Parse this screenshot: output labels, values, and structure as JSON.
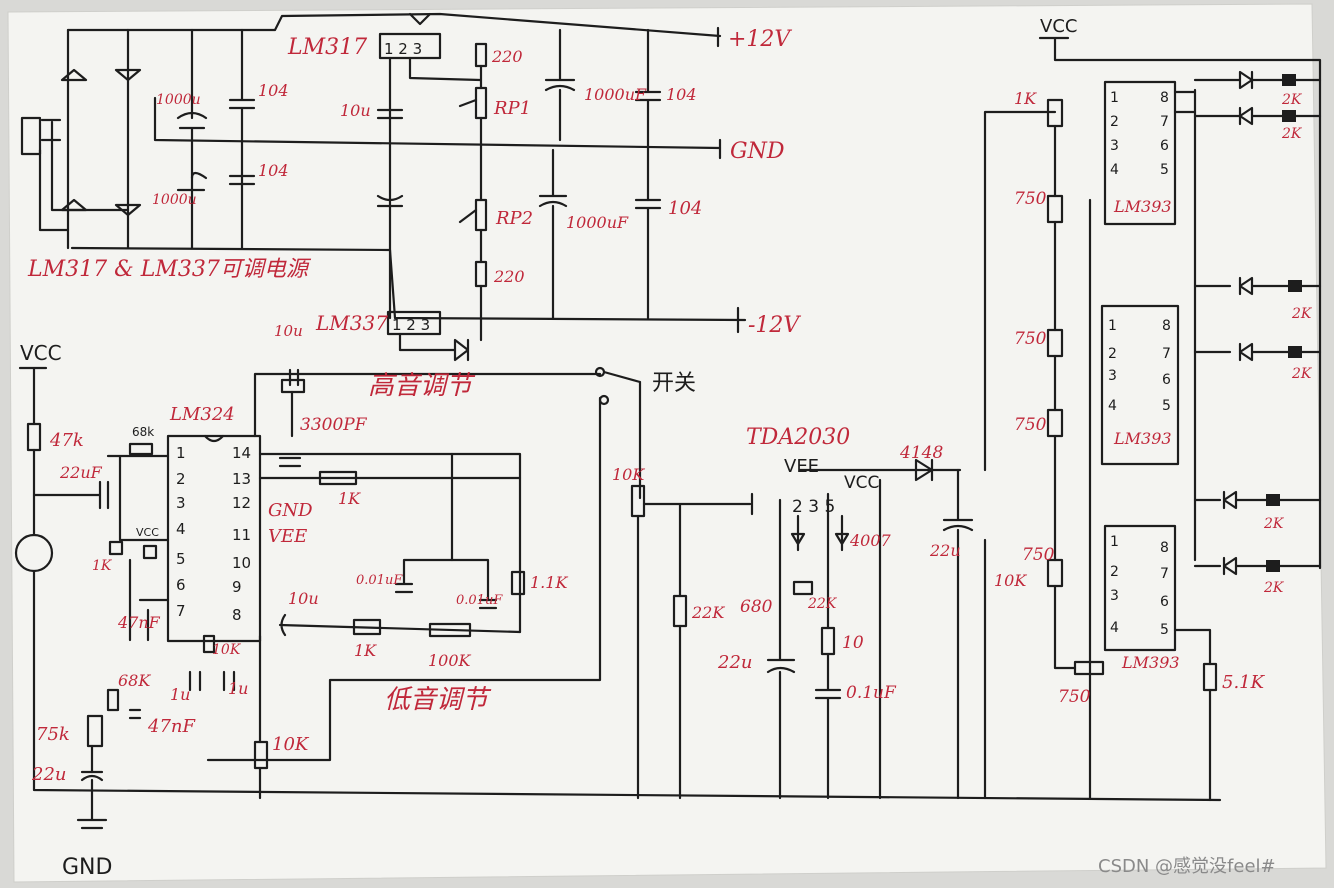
{
  "watermark": "CSDN @感觉没feel#",
  "power_supply": {
    "lm317": "LM317",
    "lm317_pins": "1 2 3",
    "lm337": "LM337",
    "lm337_pins": "1 2 3",
    "caption": "LM317 & LM337可调电源",
    "out_pos": "+12V",
    "out_gnd": "GND",
    "out_neg": "-12V",
    "c_in_top": "1000u",
    "c_in_top_cer": "104",
    "c_in_bot": "1000u",
    "c_in_bot_cer": "104",
    "c_adj_top": "10u",
    "r_top": "220",
    "rp1": "RP1",
    "c_out_top": "1000uF",
    "c_out_top_cer": "104",
    "rp2": "RP2",
    "c_out_bot": "1000uF",
    "c_out_bot_cer": "104",
    "r_bot": "220"
  },
  "preamp": {
    "vcc": "VCC",
    "r_bias": "47k",
    "c_in": "22uF",
    "chip": "LM324",
    "r_fb": "68k",
    "pins_left": [
      "1",
      "2",
      "3",
      "4",
      "5",
      "6",
      "7"
    ],
    "pins_right": [
      "14",
      "13",
      "12",
      "11",
      "10",
      "9",
      "8"
    ],
    "pin12_label": "GND",
    "pin11_label": "VEE",
    "vcc_small": "VCC",
    "r_1k_left": "1K",
    "c_47nf_1": "47nF",
    "r_68k_low": "68K",
    "c_47nf_2": "47nF",
    "r_75k": "75k",
    "c_22u": "22u",
    "gnd": "GND",
    "c_1u_a": "1u",
    "c_1u_b": "1u",
    "r_10k_b": "10K",
    "r_10k_c": "10K",
    "c_10u_top": "10u",
    "c_3300": "3300PF",
    "treble": "高音调节",
    "r_1k_top": "1K",
    "c_10u_mid": "10u",
    "c_001_a": "0.01uF",
    "c_001_b": "0.01uF",
    "r_1_1k": "1.1K",
    "r_1k_bot": "1K",
    "pot_100k": "100K",
    "bass": "低音调节",
    "switch": "开关"
  },
  "amp": {
    "chip": "TDA2030",
    "vee": "VEE",
    "vcc": "VCC",
    "pins": "2 3 5",
    "diode_4007": "4007",
    "pot_10k": "10K",
    "r_22k_a": "22K",
    "r_680": "680",
    "r_22k_b": "22K",
    "c_22u": "22u",
    "r_10": "10",
    "c_01": "0.1uF",
    "diode_4148": "4148",
    "c_22u_out": "22u",
    "r_10k_out": "10K"
  },
  "indicator": {
    "vcc": "VCC",
    "r_1k": "1K",
    "r_750_a": "750",
    "r_750_b": "750",
    "r_750_c": "750",
    "r_750_d": "750",
    "r_750_e": "750",
    "comparator": "LM393",
    "pins_left": [
      "1",
      "2",
      "3",
      "4"
    ],
    "pins_right": [
      "8",
      "7",
      "6",
      "5"
    ],
    "led_r": "2K",
    "r_5_1k": "5.1K"
  }
}
